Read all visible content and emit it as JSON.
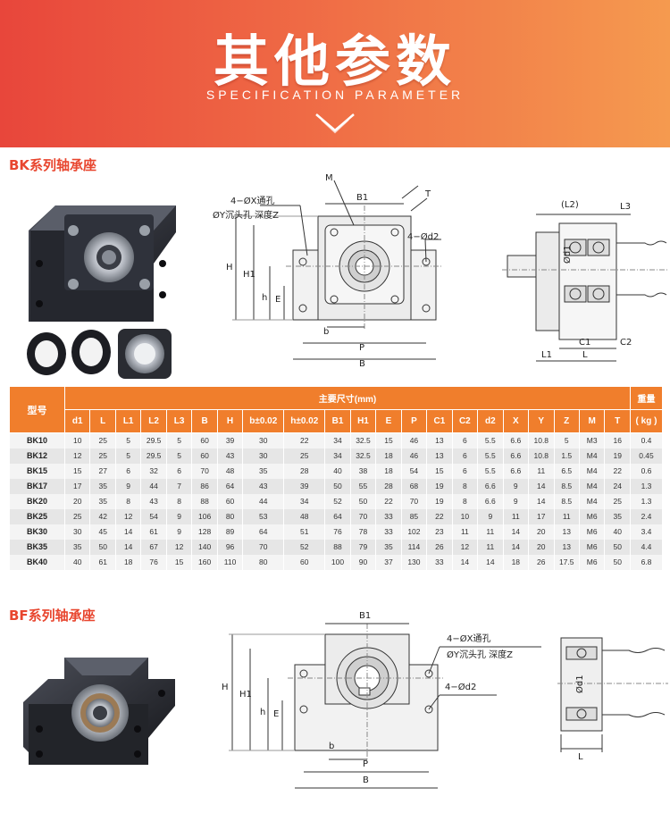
{
  "banner": {
    "title": "其他参数",
    "subtitle": "SPECIFICATION PARAMETER",
    "gradient_start": "#e8463b",
    "gradient_end": "#f59a4f"
  },
  "bk": {
    "section_title": "BK系列轴承座",
    "front_view": {
      "note_line1": "4−ØX通孔",
      "note_line2": "ØY沉头孔    深度Z",
      "label_m": "M",
      "label_b1": "B1",
      "label_t": "T",
      "label_d2": "4−Ød2",
      "label_h": "H",
      "label_h1": "H1",
      "label_hh": "h",
      "label_e": "E",
      "label_b": "b",
      "label_p": "P",
      "label_bb": "B"
    },
    "side_view": {
      "label_l2": "(L2)",
      "label_l3": "L3",
      "label_d1": "Ød1",
      "label_c1": "C1",
      "label_c2": "C2",
      "label_l1": "L1",
      "label_l": "L"
    }
  },
  "table": {
    "col_model": "型号",
    "group_header": "主要尺寸(mm)",
    "weight_header": "重量",
    "weight_unit": "( kg )",
    "columns": [
      "d1",
      "L",
      "L1",
      "L2",
      "L3",
      "B",
      "H",
      "b±0.02",
      "h±0.02",
      "B1",
      "H1",
      "E",
      "P",
      "C1",
      "C2",
      "d2",
      "X",
      "Y",
      "Z",
      "M",
      "T"
    ],
    "rows": [
      {
        "model": "BK10",
        "vals": [
          "10",
          "25",
          "5",
          "29.5",
          "5",
          "60",
          "39",
          "30",
          "22",
          "34",
          "32.5",
          "15",
          "46",
          "13",
          "6",
          "5.5",
          "6.6",
          "10.8",
          "5",
          "M3",
          "16"
        ],
        "weight": "0.4"
      },
      {
        "model": "BK12",
        "vals": [
          "12",
          "25",
          "5",
          "29.5",
          "5",
          "60",
          "43",
          "30",
          "25",
          "34",
          "32.5",
          "18",
          "46",
          "13",
          "6",
          "5.5",
          "6.6",
          "10.8",
          "1.5",
          "M4",
          "19"
        ],
        "weight": "0.45"
      },
      {
        "model": "BK15",
        "vals": [
          "15",
          "27",
          "6",
          "32",
          "6",
          "70",
          "48",
          "35",
          "28",
          "40",
          "38",
          "18",
          "54",
          "15",
          "6",
          "5.5",
          "6.6",
          "11",
          "6.5",
          "M4",
          "22"
        ],
        "weight": "0.6"
      },
      {
        "model": "BK17",
        "vals": [
          "17",
          "35",
          "9",
          "44",
          "7",
          "86",
          "64",
          "43",
          "39",
          "50",
          "55",
          "28",
          "68",
          "19",
          "8",
          "6.6",
          "9",
          "14",
          "8.5",
          "M4",
          "24"
        ],
        "weight": "1.3"
      },
      {
        "model": "BK20",
        "vals": [
          "20",
          "35",
          "8",
          "43",
          "8",
          "88",
          "60",
          "44",
          "34",
          "52",
          "50",
          "22",
          "70",
          "19",
          "8",
          "6.6",
          "9",
          "14",
          "8.5",
          "M4",
          "25"
        ],
        "weight": "1.3"
      },
      {
        "model": "BK25",
        "vals": [
          "25",
          "42",
          "12",
          "54",
          "9",
          "106",
          "80",
          "53",
          "48",
          "64",
          "70",
          "33",
          "85",
          "22",
          "10",
          "9",
          "11",
          "17",
          "11",
          "M6",
          "35"
        ],
        "weight": "2.4"
      },
      {
        "model": "BK30",
        "vals": [
          "30",
          "45",
          "14",
          "61",
          "9",
          "128",
          "89",
          "64",
          "51",
          "76",
          "78",
          "33",
          "102",
          "23",
          "11",
          "11",
          "14",
          "20",
          "13",
          "M6",
          "40"
        ],
        "weight": "3.4"
      },
      {
        "model": "BK35",
        "vals": [
          "35",
          "50",
          "14",
          "67",
          "12",
          "140",
          "96",
          "70",
          "52",
          "88",
          "79",
          "35",
          "114",
          "26",
          "12",
          "11",
          "14",
          "20",
          "13",
          "M6",
          "50"
        ],
        "weight": "4.4"
      },
      {
        "model": "BK40",
        "vals": [
          "40",
          "61",
          "18",
          "76",
          "15",
          "160",
          "110",
          "80",
          "60",
          "100",
          "90",
          "37",
          "130",
          "33",
          "14",
          "14",
          "18",
          "26",
          "17.5",
          "M6",
          "50"
        ],
        "weight": "6.8"
      }
    ]
  },
  "bf": {
    "section_title": "BF系列轴承座",
    "front_view": {
      "label_b1": "B1",
      "note_line1": "4−ØX通孔",
      "note_line2": "ØY沉头孔    深度Z",
      "label_d2": "4−Ød2",
      "label_h": "H",
      "label_h1": "H1",
      "label_hh": "h",
      "label_e": "E",
      "label_b": "b",
      "label_p": "P",
      "label_bb": "B"
    },
    "side_view": {
      "label_d1": "Ød1",
      "label_l": "L"
    }
  },
  "colors": {
    "accent": "#f07e2c",
    "section_title": "#e8462f",
    "row_light": "#f4f4f4",
    "row_dark": "#e6e6e6"
  }
}
